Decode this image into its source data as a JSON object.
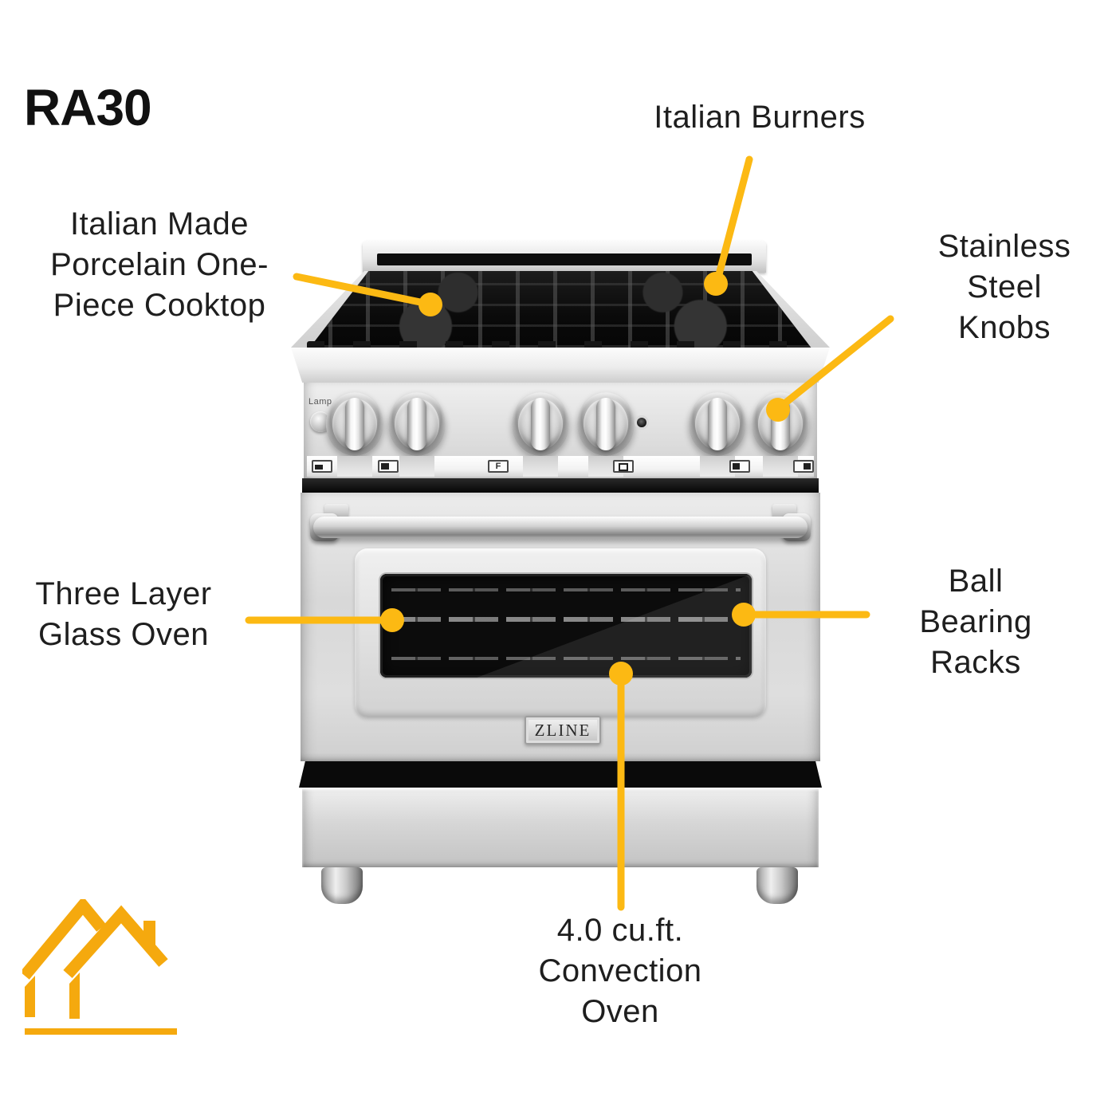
{
  "title": "RA30",
  "colors": {
    "accent": "#FCB913",
    "logo": "#F5A90E",
    "text": "#1E1E1E"
  },
  "callouts": [
    {
      "id": "italian-burners",
      "label": "Italian Burners"
    },
    {
      "id": "porcelain-cooktop",
      "label": "Italian Made\nPorcelain One-\nPiece Cooktop"
    },
    {
      "id": "stainless-knobs",
      "label": "Stainless\nSteel Knobs"
    },
    {
      "id": "three-layer-glass-oven",
      "label": "Three Layer\nGlass Oven"
    },
    {
      "id": "ball-bearing-racks",
      "label": "Ball Bearing\nRacks"
    },
    {
      "id": "convection-oven",
      "label": "4.0 cu.ft.\nConvection\nOven"
    }
  ],
  "range": {
    "brand_badge": "ZLINE",
    "lamp_label": "Lamp",
    "oven_function_glyph": "F",
    "indicator_icons": [
      "burner-front-left-icon",
      "burner-rear-left-icon",
      "oven-function-f-icon",
      "oven-box-icon",
      "burner-rear-right-icon",
      "burner-front-right-icon"
    ]
  },
  "logo": {
    "name": "house-roofs-logo"
  }
}
